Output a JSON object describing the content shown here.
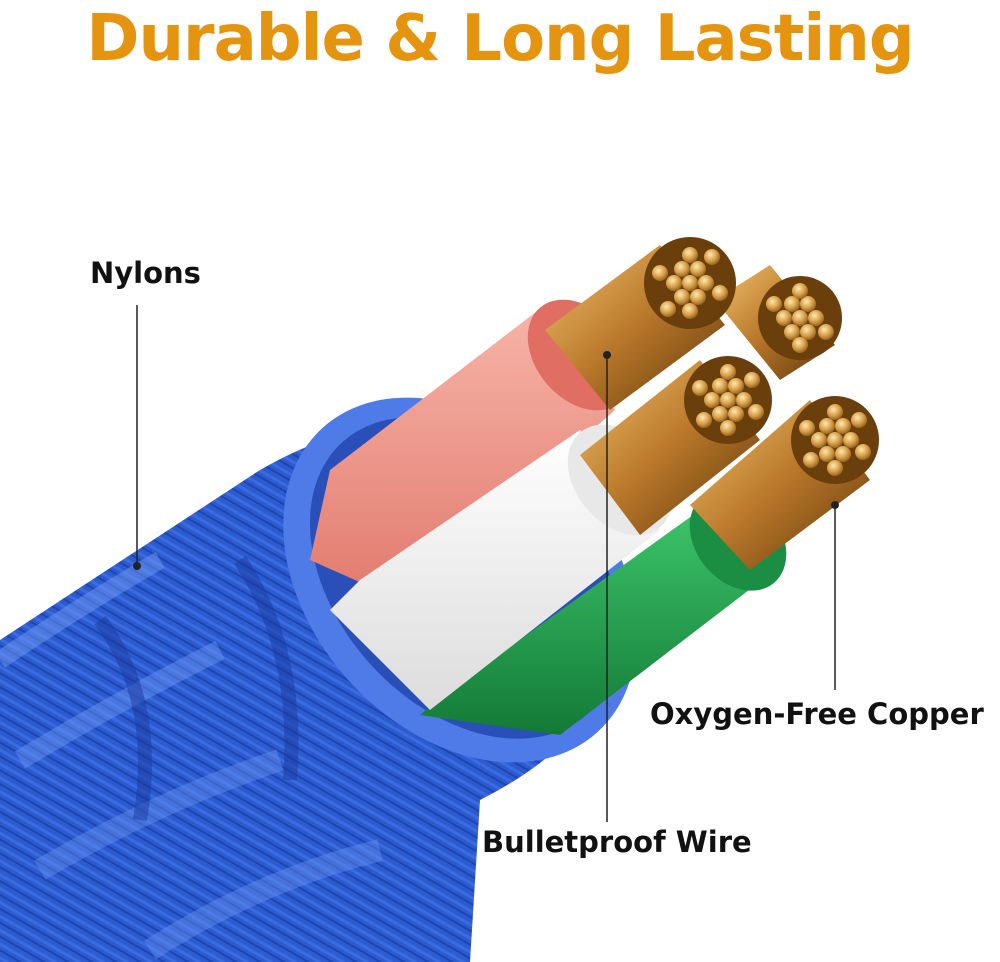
{
  "headline": "Durable & Long Lasting",
  "callouts": {
    "nylons": "Nylons",
    "copper": "Oxygen-Free Copper",
    "wire": "Bulletproof Wire"
  },
  "colors": {
    "headline": "#e5940f",
    "braid": "#2a56c8",
    "sleeve_pink": "#f29a8f",
    "sleeve_white": "#f4f4f4",
    "sleeve_green": "#1f9a4a",
    "copper": "#c98a2e"
  }
}
